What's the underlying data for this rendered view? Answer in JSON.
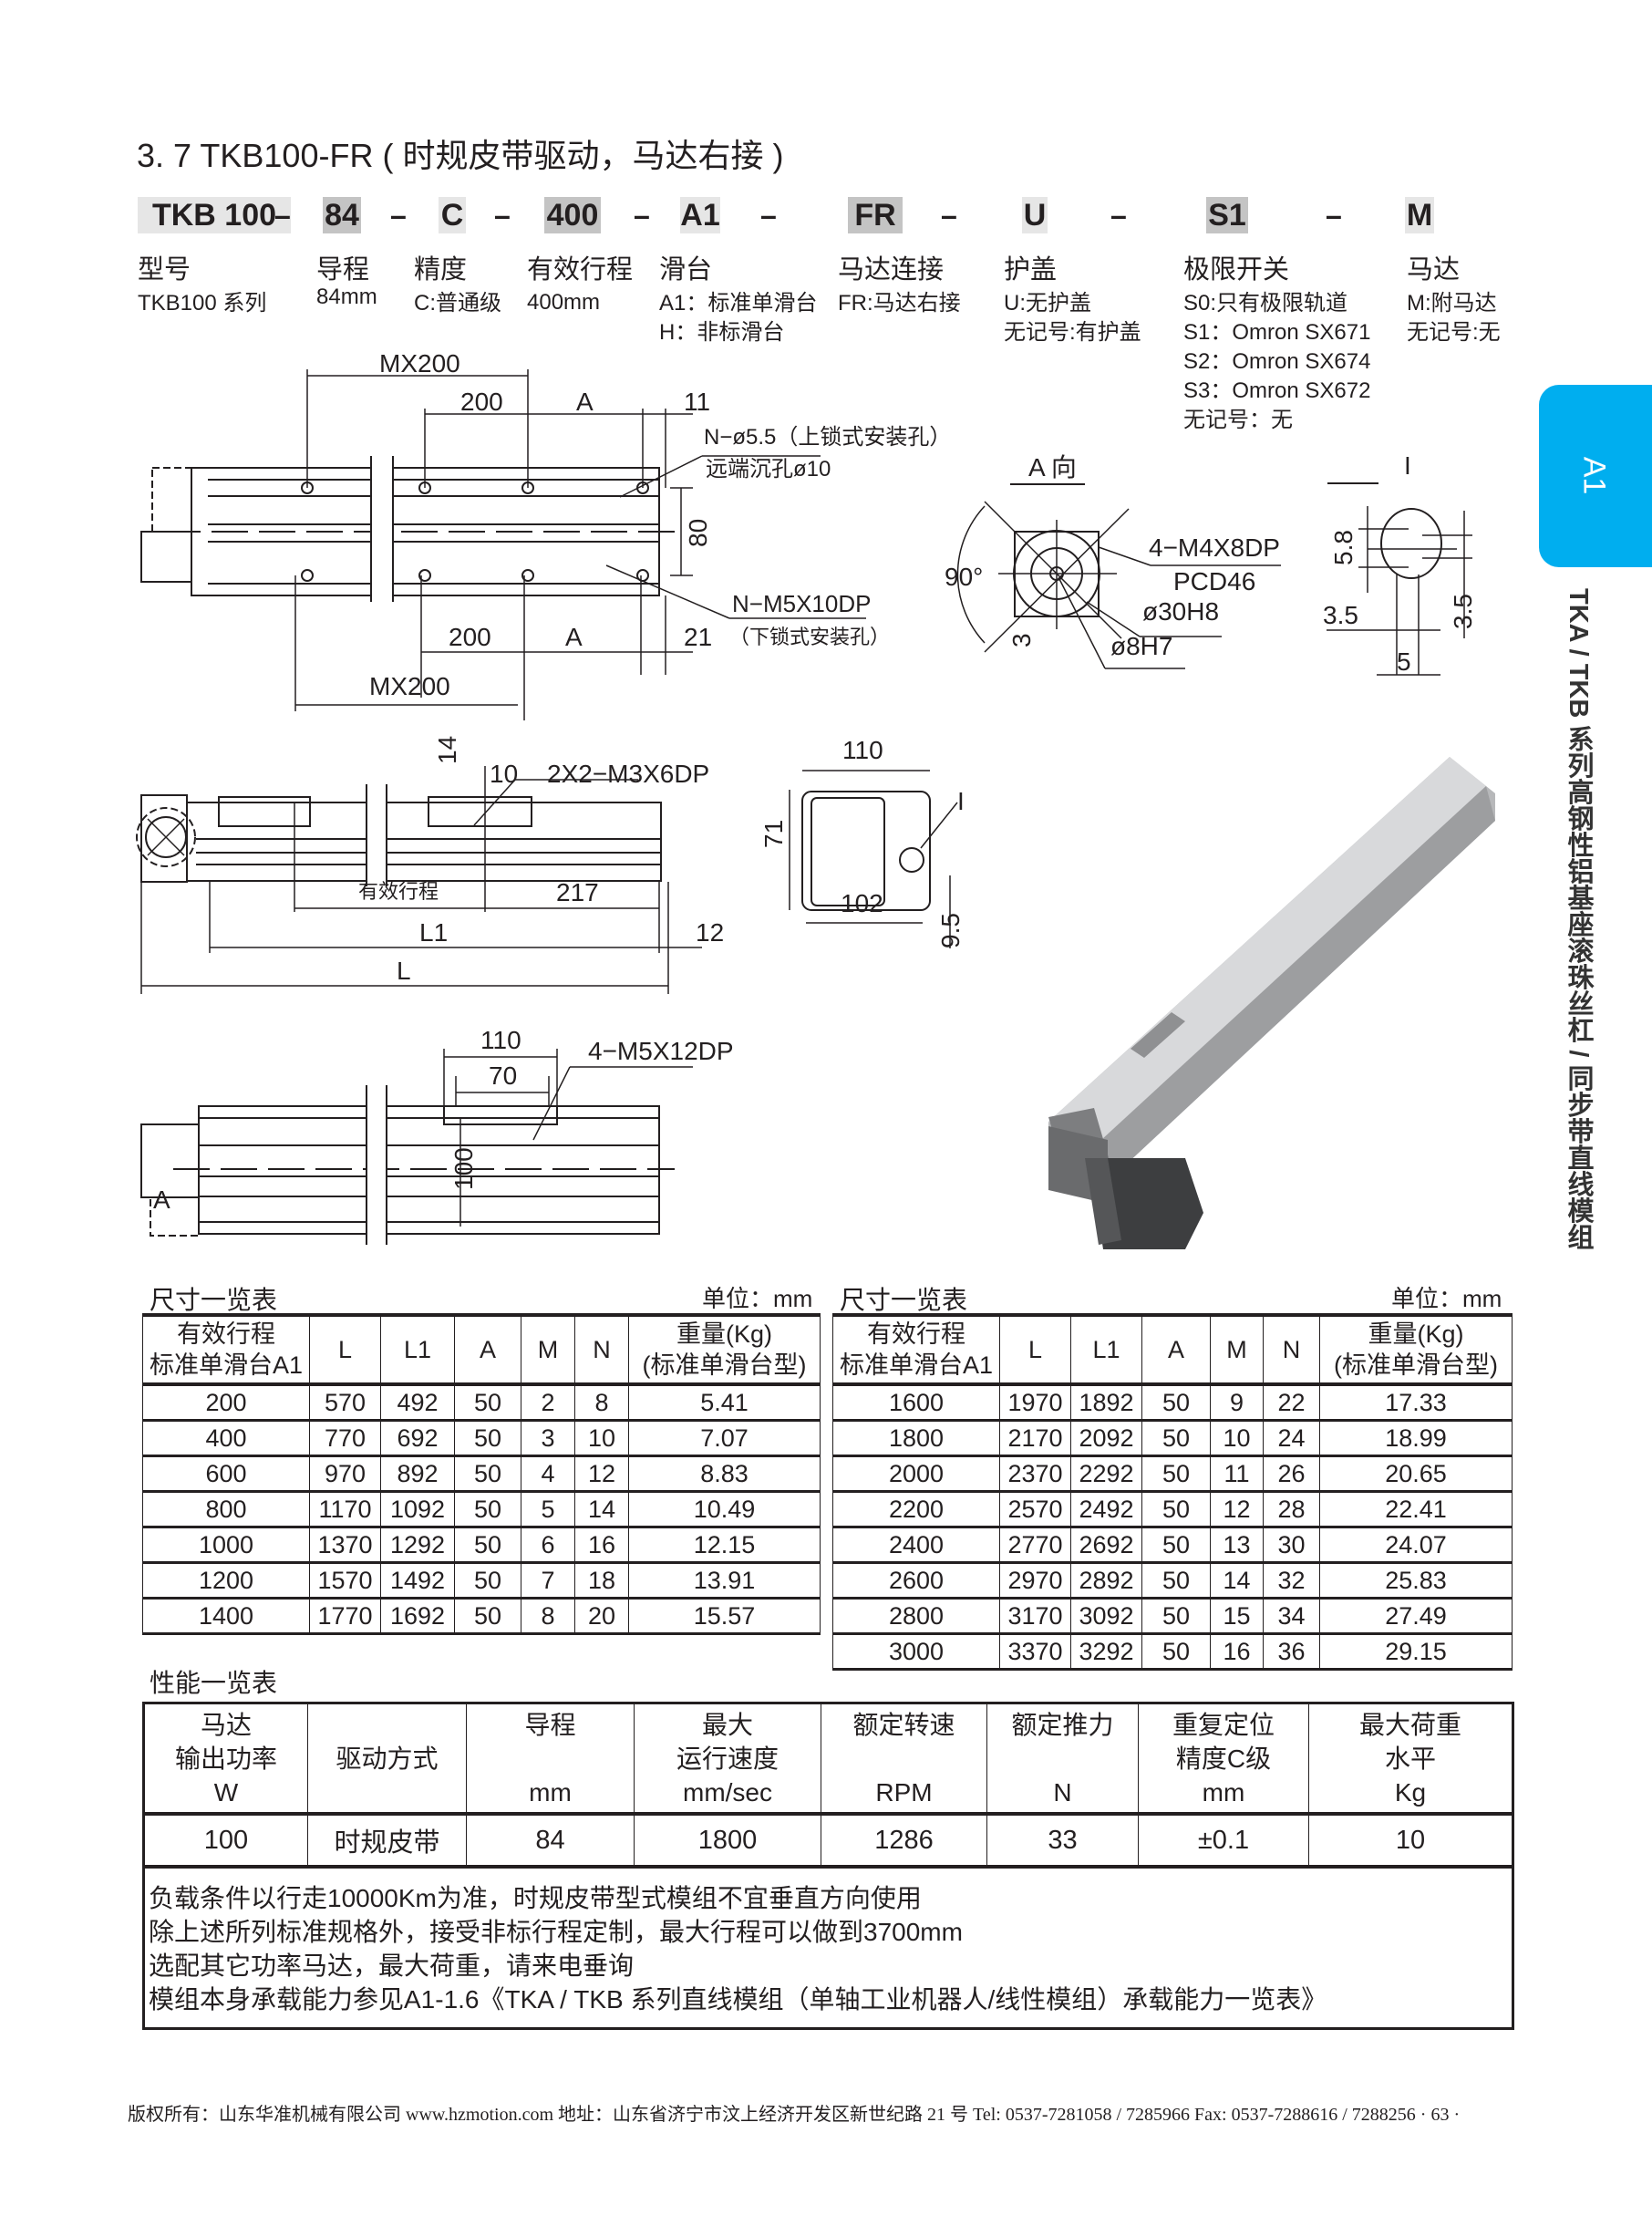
{
  "title": "3. 7 TKB100-FR ( 时规皮带驱动，马达右接 )",
  "model_code": {
    "parts": [
      "TKB 100",
      "84",
      "C",
      "400",
      "A1",
      "FR",
      "U",
      "S1",
      "M"
    ],
    "separator": "–"
  },
  "legend": [
    {
      "label": "型号",
      "values": [
        "TKB100 系列"
      ]
    },
    {
      "label": "导程",
      "values": [
        "84mm"
      ]
    },
    {
      "label": "精度",
      "values": [
        "C:普通级"
      ]
    },
    {
      "label": "有效行程",
      "values": [
        "400mm"
      ]
    },
    {
      "label": "滑台",
      "values": [
        "A1：标准单滑台",
        "H：非标滑台"
      ]
    },
    {
      "label": "马达连接",
      "values": [
        "FR:马达右接"
      ]
    },
    {
      "label": "护盖",
      "values": [
        "U:无护盖",
        "无记号:有护盖"
      ]
    },
    {
      "label": "极限开关",
      "values": [
        "S0:只有极限轨道",
        "S1：Omron SX671",
        "S2：Omron SX674",
        "S3：Omron SX672",
        "无记号：无"
      ]
    },
    {
      "label": "马达",
      "values": [
        "M:附马达",
        "无记号:无"
      ]
    }
  ],
  "side_tab": {
    "label": "A1",
    "color": "#00aeef",
    "vertical_text": "TKA / TKB 系列高钢性铝基座滚珠丝杠 / 同步带直线模组"
  },
  "drawing_labels": {
    "top_view": {
      "mx200_top": "MX200",
      "d200_top": "200",
      "a_top": "A",
      "d11": "11",
      "hole_top": "N−ø5.5（上锁式安装孔）",
      "counterbore": "远端沉孔ø10",
      "d80": "80",
      "hole_bottom": "N−M5X10DP",
      "hole_bottom_note": "（下锁式安装孔）",
      "d200_bot": "200",
      "a_bot": "A",
      "d21": "21",
      "mx200_bot": "MX200"
    },
    "a_view": {
      "title": "A  向",
      "angle": "90°",
      "thread": "4−M4X8DP",
      "pcd": "PCD46",
      "bore": "ø30H8",
      "shaft": "ø8H7",
      "d3": "3"
    },
    "i_view": {
      "title": "I",
      "d58": "5.8",
      "d35a": "3.5",
      "d35b": "3.5",
      "d5": "5"
    },
    "side_view": {
      "d14": "14",
      "d10": "10",
      "thread": "2X2−M3X6DP",
      "stroke": "有效行程",
      "d217": "217",
      "l1": "L1",
      "d12": "12",
      "l": "L"
    },
    "end_view": {
      "d110": "110",
      "d71": "71",
      "d102": "102",
      "d95": "9.5",
      "i_mark": "I"
    },
    "bottom_view": {
      "d110": "110",
      "d70": "70",
      "thread": "4−M5X12DP",
      "d100": "100",
      "a_arrow": "A"
    }
  },
  "dim_table_left": {
    "caption": "尺寸一览表",
    "unit": "单位：mm",
    "headers": [
      "有效行程\n标准单滑台A1",
      "L",
      "L1",
      "A",
      "M",
      "N",
      "重量(Kg)\n(标准单滑台型)"
    ],
    "rows": [
      [
        "200",
        "570",
        "492",
        "50",
        "2",
        "8",
        "5.41"
      ],
      [
        "400",
        "770",
        "692",
        "50",
        "3",
        "10",
        "7.07"
      ],
      [
        "600",
        "970",
        "892",
        "50",
        "4",
        "12",
        "8.83"
      ],
      [
        "800",
        "1170",
        "1092",
        "50",
        "5",
        "14",
        "10.49"
      ],
      [
        "1000",
        "1370",
        "1292",
        "50",
        "6",
        "16",
        "12.15"
      ],
      [
        "1200",
        "1570",
        "1492",
        "50",
        "7",
        "18",
        "13.91"
      ],
      [
        "1400",
        "1770",
        "1692",
        "50",
        "8",
        "20",
        "15.57"
      ]
    ]
  },
  "dim_table_right": {
    "caption": "尺寸一览表",
    "unit": "单位：mm",
    "headers": [
      "有效行程\n标准单滑台A1",
      "L",
      "L1",
      "A",
      "M",
      "N",
      "重量(Kg)\n(标准单滑台型)"
    ],
    "rows": [
      [
        "1600",
        "1970",
        "1892",
        "50",
        "9",
        "22",
        "17.33"
      ],
      [
        "1800",
        "2170",
        "2092",
        "50",
        "10",
        "24",
        "18.99"
      ],
      [
        "2000",
        "2370",
        "2292",
        "50",
        "11",
        "26",
        "20.65"
      ],
      [
        "2200",
        "2570",
        "2492",
        "50",
        "12",
        "28",
        "22.41"
      ],
      [
        "2400",
        "2770",
        "2692",
        "50",
        "13",
        "30",
        "24.07"
      ],
      [
        "2600",
        "2970",
        "2892",
        "50",
        "14",
        "32",
        "25.83"
      ],
      [
        "2800",
        "3170",
        "3092",
        "50",
        "15",
        "34",
        "27.49"
      ],
      [
        "3000",
        "3370",
        "3292",
        "50",
        "16",
        "36",
        "29.15"
      ]
    ]
  },
  "perf_table": {
    "caption": "性能一览表",
    "headers": [
      "马达\n输出功率\nW",
      "驱动方式",
      "导程\n\nmm",
      "最大\n运行速度\nmm/sec",
      "额定转速\n\nRPM",
      "额定推力\n\nN",
      "重复定位\n精度C级\nmm",
      "最大荷重\n水平\nKg"
    ],
    "values": [
      "100",
      "时规皮带",
      "84",
      "1800",
      "1286",
      "33",
      "±0.1",
      "10"
    ],
    "notes": [
      "负载条件以行走10000Km为准，时规皮带型式模组不宜垂直方向使用",
      "除上述所列标准规格外，接受非标行程定制，最大行程可以做到3700mm",
      "选配其它功率马达，最大荷重，请来电垂询",
      "模组本身承载能力参见A1-1.6《TKA / TKB 系列直线模组（单轴工业机器人/线性模组）承载能力一览表》"
    ]
  },
  "footer": "版权所有：山东华准机械有限公司  www.hzmotion.com  地址：山东省济宁市汶上经济开发区新世纪路 21 号  Tel: 0537-7281058 / 7285966  Fax: 0537-7288616 / 7288256 · 63 ·"
}
